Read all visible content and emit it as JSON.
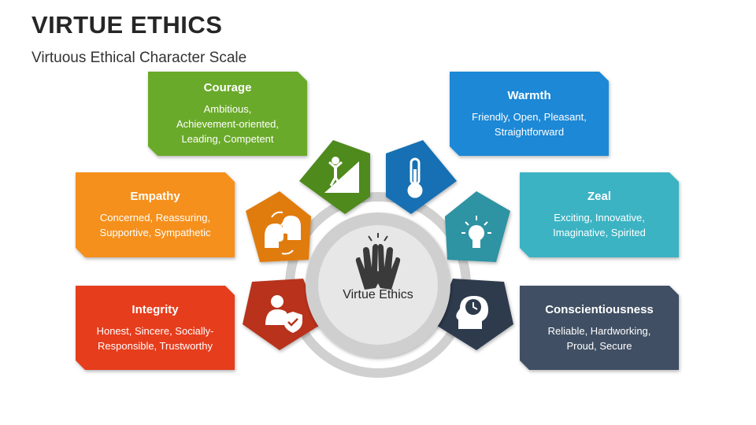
{
  "header": {
    "title": "VIRTUE ETHICS",
    "subtitle": "Virtuous Ethical Character Scale"
  },
  "center": {
    "label": "Virtue Ethics",
    "icon": "high-five-hands-icon"
  },
  "virtues": [
    {
      "id": "courage",
      "title": "Courage",
      "lines": [
        "Ambitious,",
        "Achievement-oriented,",
        "Leading, Competent"
      ],
      "color": "#6aaa2c",
      "icon_color": "#4f8a1f",
      "icon": "climbing-person-icon"
    },
    {
      "id": "empathy",
      "title": "Empathy",
      "lines": [
        "Concerned, Reassuring,",
        "Supportive, Sympathetic"
      ],
      "color": "#f5901e",
      "icon_color": "#e07b10",
      "icon": "two-faces-exchange-icon"
    },
    {
      "id": "integrity",
      "title": "Integrity",
      "lines": [
        "Honest, Sincere, Socially-",
        "Responsible, Trustworthy"
      ],
      "color": "#e63e1e",
      "icon_color": "#b8321a",
      "icon": "person-shield-icon"
    },
    {
      "id": "warmth",
      "title": "Warmth",
      "lines": [
        "Friendly, Open, Pleasant,",
        "Straightforward"
      ],
      "color": "#1e88d6",
      "icon_color": "#176fb3",
      "icon": "thermometer-icon"
    },
    {
      "id": "zeal",
      "title": "Zeal",
      "lines": [
        "Exciting, Innovative,",
        "Imaginative, Spirited"
      ],
      "color": "#3bb3c3",
      "icon_color": "#2e93a3",
      "icon": "lightbulb-icon"
    },
    {
      "id": "conscientiousness",
      "title": "Conscientiousness",
      "lines": [
        "Reliable, Hardworking,",
        "Proud, Secure"
      ],
      "color": "#3f4f63",
      "icon_color": "#2d3b4d",
      "icon": "head-clock-icon"
    }
  ]
}
